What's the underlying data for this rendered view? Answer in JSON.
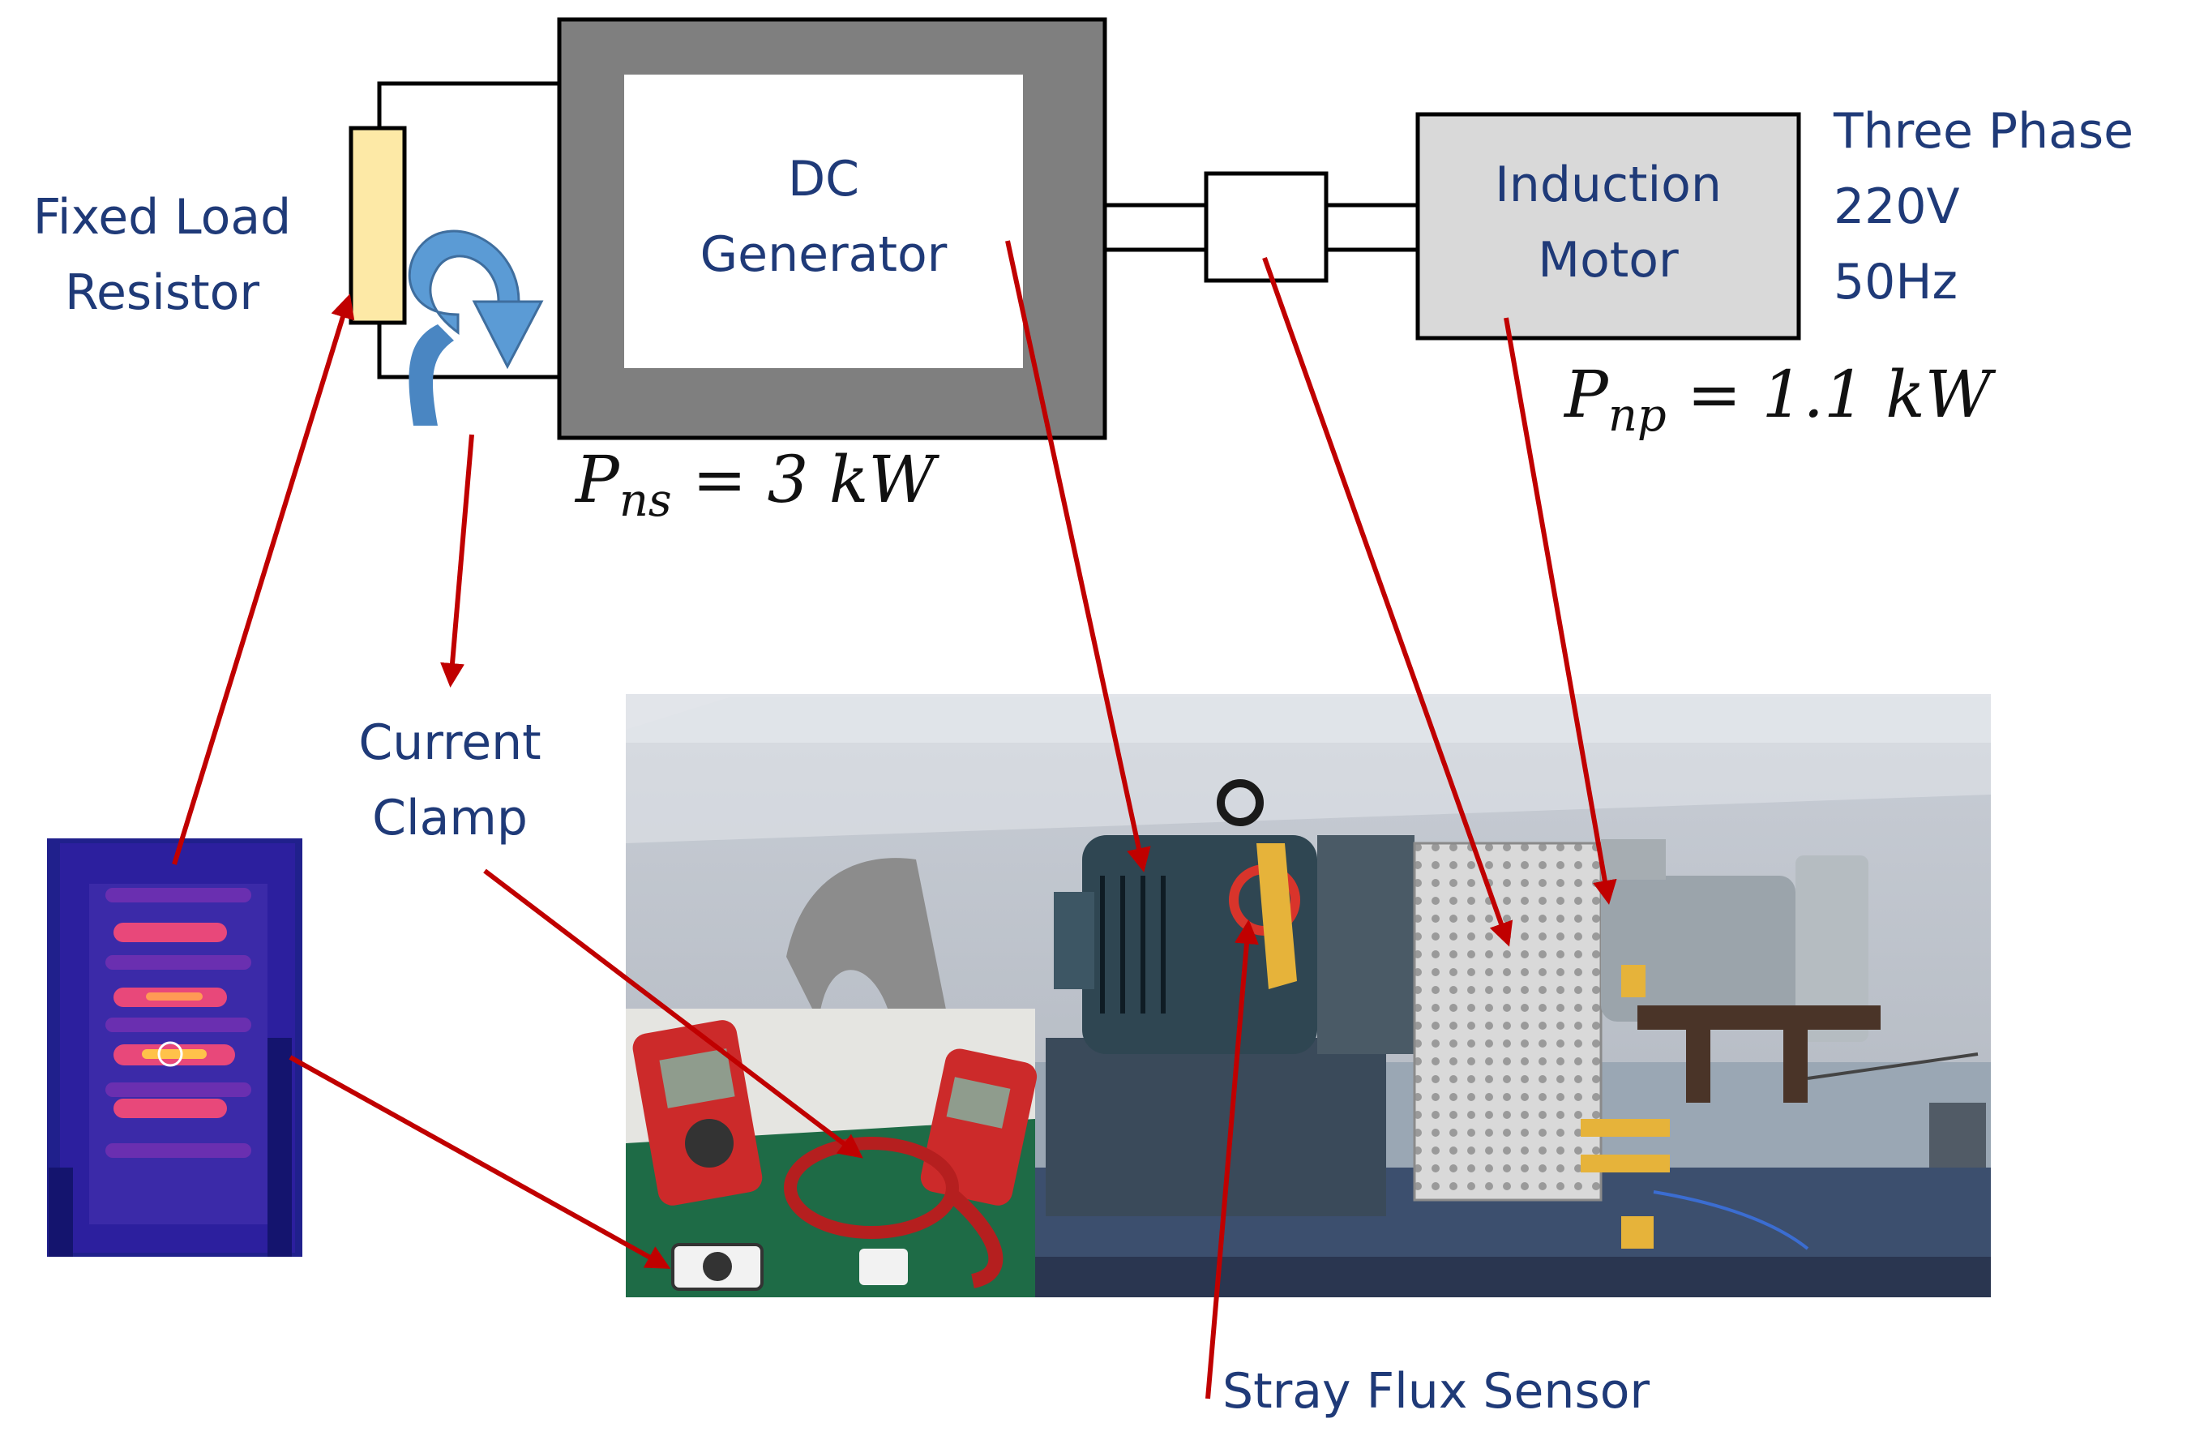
{
  "labels": {
    "fixed_load_resistor": [
      "Fixed Load",
      "Resistor"
    ],
    "dc_generator": [
      "DC",
      "Generator"
    ],
    "induction_motor": [
      "Induction",
      "Motor"
    ],
    "supply": [
      "Three Phase",
      "220V",
      "50Hz"
    ],
    "current_clamp": [
      "Current",
      "Clamp"
    ],
    "stray_flux_sensor": "Stray Flux Sensor"
  },
  "ratings": {
    "generator": {
      "symbol": "P",
      "subscript": "ns",
      "equals": "= 3 kW"
    },
    "motor": {
      "symbol": "P",
      "subscript": "np",
      "equals": "= 1.1 kW"
    }
  },
  "colors": {
    "label_text": "#1f3a78",
    "arrow": "#c00000",
    "resistor_fill": "#fde9a6",
    "generator_frame": "#808080",
    "motor_fill": "#d9d9d9",
    "clamp_arrow": "#5b9bd5"
  },
  "photos": {
    "thermal": "thermal-image-of-load-resistor",
    "test_bench": "photo-of-test-bench",
    "multimeters": "photo-of-multimeters-with-current-clamp"
  }
}
